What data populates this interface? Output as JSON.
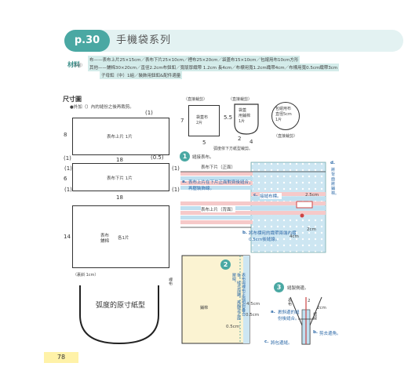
{
  "header": {
    "page_tag": "p.30",
    "title": "手機袋系列"
  },
  "materials": {
    "label": "材料",
    "unit": "（1個）",
    "line1": "布——表布上片25×15cm／表布下片25×10cm／裡布25×20cm／袋蓋布15×10cm／包緄用布10cm方形",
    "line2": "其他——鋪棉30×20cm／直徑2.2cm布鈕釦／寬版厚織帶 1.2cm 長4cm／布標用寬1.2cm織帶4cm／布標用寬0.5cm織帶3cm",
    "line3": "子母釦（中）1組／裝飾用鈕釦&配件適量"
  },
  "size_chart": {
    "title": "尺寸圖",
    "note": "●外加（）內的縫份之後再裁剪。",
    "upper_label": "表布上片 1片",
    "middle_label": "表布下片 1片",
    "lower_label1": "表布",
    "lower_label2": "鋪棉",
    "lower_label3": "各1片",
    "bias_note": "（裏斜 1cm）",
    "curve_label": "弧度的原寸紙型",
    "dims": {
      "d1": "(1)",
      "d2": "8",
      "d3": "(1)",
      "d4": "18",
      "d5": "(0.5)",
      "d6": "(1)",
      "d7": "6",
      "d8": "(1)",
      "d9": "18",
      "d10": "(1)",
      "d11": "14",
      "d12": "(1)"
    }
  },
  "pattern_small": {
    "pocket_note": "（直接裁剪）",
    "pocket_label": "袋蓋布\n2片",
    "pocket_h": "7",
    "pocket_w": "5",
    "tab_note": "（直接裁剪）",
    "tab_label": "袋蓋\n用鋪棉\n1片",
    "tab_h": "5.5",
    "tab_w1": "2",
    "tab_w2": "4",
    "arc_note": "弧度依下方紙型裁剪。",
    "circle_label": "包緄用布\n直徑5cm\n1片",
    "circle_note": "（直接裁剪）"
  },
  "steps": {
    "s1_num": "1",
    "s1_title": "縫接表布。",
    "s1_upper": "表布下片（正面）",
    "s1_a_mark": "a.",
    "s1_a": "表布上片在下片正面對齊後縫合，再壓裝飾線。",
    "s1_lower": "表布上片（背面）",
    "s1_b_mark": "b.",
    "s1_b": "將布標用的織帶兩端內摺0.5cm後縫線。",
    "s1_c_mark": "c.",
    "s1_c": "接縫布標。",
    "s1_d_mark": "d.",
    "s1_d": "將背面將鋪棉。",
    "s1_c_dim": "2.5cm",
    "s1_dim1": "2cm",
    "s1_dim2": "4cm",
    "s2_num": "2",
    "s2_text": "表布與裡布正面相對疊合後，縫合周圍，再翻至正面壓線。",
    "s2_lining": "鋪棉",
    "s2_back": "裡布",
    "s2_dim1": "0.5cm",
    "s2_dim2": "4.5cm",
    "s2_dim3": "0.5cm",
    "s3_num": "3",
    "s3_title": "縫製側邊。",
    "s3_a_mark": "a.",
    "s3_a": "裹斜邊的縫份後縫合。",
    "s3_b_mark": "b.",
    "s3_b": "剪去邊角。",
    "s3_c_mark": "c.",
    "s3_c": "將包邊縫。",
    "s3_dim1": "2",
    "s3_dim2": "2cm",
    "s3_side": "表布",
    "s3_fold": "褶線"
  },
  "page_number": "78",
  "colors": {
    "accent": "#4aa8a3",
    "stripe_pink": "#f6c9c9",
    "stripe_blue": "#bfe0f0",
    "dot_bg": "#cde6f2",
    "label_blue": "#2e6aa8"
  }
}
